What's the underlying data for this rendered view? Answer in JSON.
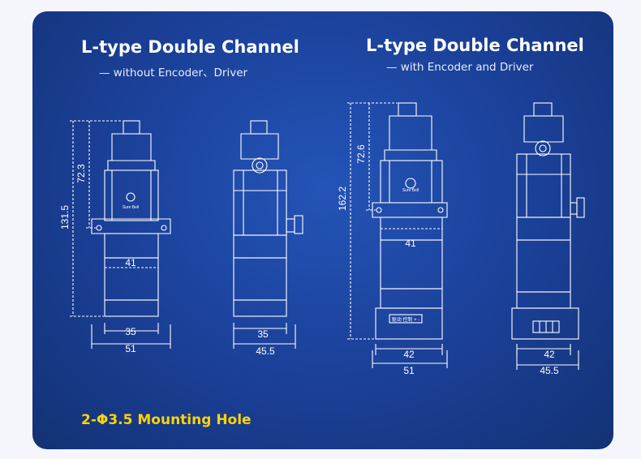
{
  "left": {
    "title": "L-type Double Channel",
    "subtitle": "— without Encoder、Driver"
  },
  "right": {
    "title": "L-type Double Channel",
    "subtitle": "— with Encoder and Driver"
  },
  "dims": {
    "left_height_total": "131.5",
    "left_height_upper": "72.3",
    "left_body_width": "41",
    "left_front_base": "35",
    "left_front_total": "51",
    "left_side_base": "35",
    "left_side_total": "45.5",
    "right_height_total": "162.2",
    "right_height_upper": "72.6",
    "right_body_width": "41",
    "right_front_base": "42",
    "right_front_total": "51",
    "right_side_base": "42",
    "right_side_total": "45.5"
  },
  "logo_text": "Sure Bell",
  "driver_label": "驱动 控制 + -",
  "note": "2-Φ3.5 Mounting Hole",
  "colors": {
    "panel": "#1a3f96",
    "line": "#ffffff",
    "accent": "#ffd400"
  }
}
